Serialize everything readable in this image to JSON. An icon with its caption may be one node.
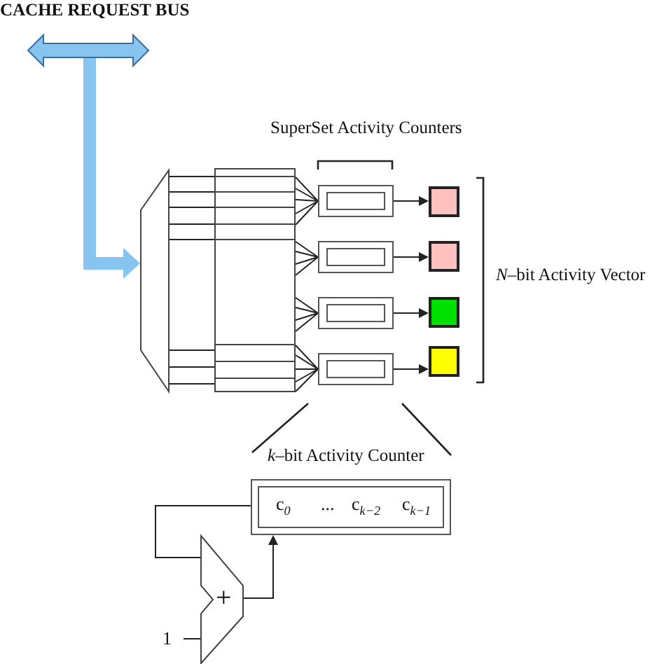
{
  "diagram": {
    "nodes": [
      {
        "text": [
          "CACHE REQUEST BUS"
        ]
      },
      {
        "text": [],
        "shape": "trapezoid"
      },
      {
        "text": [],
        "shape": "box"
      },
      {
        "text": [],
        "shape": "box"
      },
      {
        "text": [],
        "shape": "box"
      },
      {
        "text": [],
        "shape": "box"
      },
      {
        "text": [],
        "shape": "box"
      },
      {
        "text": [],
        "shape": "box"
      },
      {
        "text": [],
        "shape": "box"
      },
      {
        "text": [],
        "shape": "box"
      },
      {
        "text": [],
        "shape": "box"
      },
      {
        "text": [
          "*k*–bit Activity Counter",
          "c$_{0}$",
          "...",
          "c$_{k−2}$",
          "c$_{k−1}$"
        ]
      },
      {
        "text": [
          "+"
        ]
      },
      {
        "text": [
          "1"
        ]
      }
    ],
    "edges": [
      {
        "from": 0,
        "to": 1,
        "arrow": "to",
        "style": "thick",
        "color": "#87c4f0"
      },
      {
        "from": 1,
        "to": 2,
        "arrow": "none"
      },
      {
        "from": 2,
        "to": 3,
        "arrow": "none"
      },
      {
        "from": 2,
        "to": 4,
        "arrow": "none"
      },
      {
        "from": 2,
        "to": 5,
        "arrow": "none"
      },
      {
        "from": 2,
        "to": 6,
        "arrow": "none"
      },
      {
        "from": 3,
        "to": 7,
        "arrow": "to"
      },
      {
        "from": 4,
        "to": 8,
        "arrow": "to"
      },
      {
        "from": 5,
        "to": 9,
        "arrow": "to"
      },
      {
        "from": 6,
        "to": 10,
        "arrow": "to"
      },
      {
        "from": 11,
        "to": 12,
        "arrow": "none"
      },
      {
        "from": 12,
        "to": 11,
        "arrow": "to"
      },
      {
        "from": 13,
        "to": 12,
        "arrow": "none"
      }
    ],
    "labels": [
      "SuperSet Activity Counters",
      "*N*–bit Activity Vector"
    ]
  }
}
